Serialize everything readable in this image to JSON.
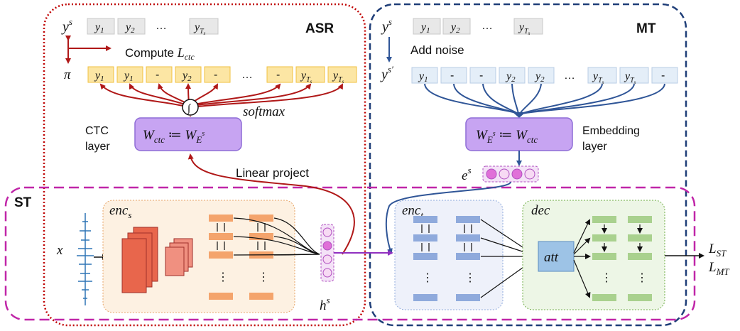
{
  "colors": {
    "asr_border": "#C00000",
    "mt_border": "#1F3E78",
    "st_border": "#C026A8",
    "yellow_fill": "#FCE6A4",
    "yellow_stroke": "#F0C040",
    "gray_fill": "#E8E8E8",
    "lightblue_fill": "#E4EEF8",
    "purple_fill": "#C7A4F2",
    "enc_s_bg": "#FDF1E2",
    "enc_t_bg": "#EEF1FA",
    "dec_bg": "#EDF6E6",
    "orange_block": "#F4A46C",
    "blue_block": "#8FAADC",
    "green_block": "#A9D18E",
    "red_arrow": "#B01818",
    "blue_arrow": "#2F5597"
  },
  "asr": {
    "title": "ASR",
    "ys_label": "y^s",
    "ys_tokens": [
      "y_1",
      "y_2",
      "…",
      "y_{T_s}"
    ],
    "compute_text": "Compute L_ctc",
    "pi_label": "π",
    "pi_tokens": [
      "y_1",
      "y_1",
      "-",
      "y_2",
      "-",
      "…",
      "-",
      "y_{T_s}",
      "y_{T_s}"
    ],
    "softmax": "softmax",
    "ctc_layer_label": [
      "CTC",
      "layer"
    ],
    "ctc_box": "W_ctc ≔ W_E^s",
    "linear_project": "Linear project"
  },
  "mt": {
    "title": "MT",
    "ys_label": "y^s",
    "ys_tokens": [
      "y_1",
      "y_2",
      "…",
      "y_{T_s}"
    ],
    "add_noise": "Add noise",
    "ysp_label": "y^s′",
    "ysp_tokens": [
      "y_1",
      "-",
      "-",
      "y_2",
      "y_2",
      "…",
      "y_{T_s}",
      "y_{T_s}",
      "-"
    ],
    "emb_box": "W_E^s ≔ W_ctc",
    "emb_layer_label": [
      "Embedding",
      "layer"
    ],
    "es_label": "e^s"
  },
  "st": {
    "title": "ST",
    "x_label": "x",
    "enc_s": "enc_s",
    "enc_t": "enc_t",
    "dec": "dec",
    "att": "att",
    "hs_label": "h^s",
    "vdots": "⋮",
    "loss_1": "L_ST",
    "loss_2": "L_MT"
  }
}
